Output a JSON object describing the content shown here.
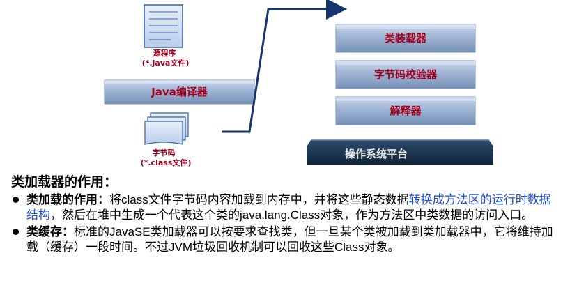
{
  "diagram": {
    "source_file": {
      "title": "源程序",
      "subtitle": "(*.java文件)"
    },
    "compiler": {
      "label": "Java编译器"
    },
    "bytecode_file": {
      "title": "字节码",
      "subtitle": "(*.class文件)"
    },
    "jvm_stages": [
      {
        "label": "类装载器"
      },
      {
        "label": "字节码校验器"
      },
      {
        "label": "解释器"
      }
    ],
    "os_platform": {
      "label": "操作系统平台"
    },
    "colors": {
      "bar_fill": "#8aa2c4",
      "bar_highlight": "#c6d4e8",
      "label_red": "#a0001e",
      "os_fill": "#1b3550",
      "arrow_blue": "#17366e"
    }
  },
  "text": {
    "heading": "类加载器的作用：",
    "bullets": [
      {
        "term": "类加载的作用：",
        "pre": "将class文件字节码内容加载到内存中，并将这些静态数据",
        "highlight": "转换成方法区的运行时数据结构",
        "post": "，然后在堆中生成一个代表这个类的java.lang.Class对象，作为方法区中类数据的访问入口。"
      },
      {
        "term": "类缓存：",
        "pre": "标准的JavaSE类加载器可以按要求查找类，但一旦某个类被加载到类加载器中，它将维持加载（缓存）一段时间。不过JVM垃圾回收机制可以回收这些Class对象。",
        "highlight": "",
        "post": ""
      }
    ]
  }
}
